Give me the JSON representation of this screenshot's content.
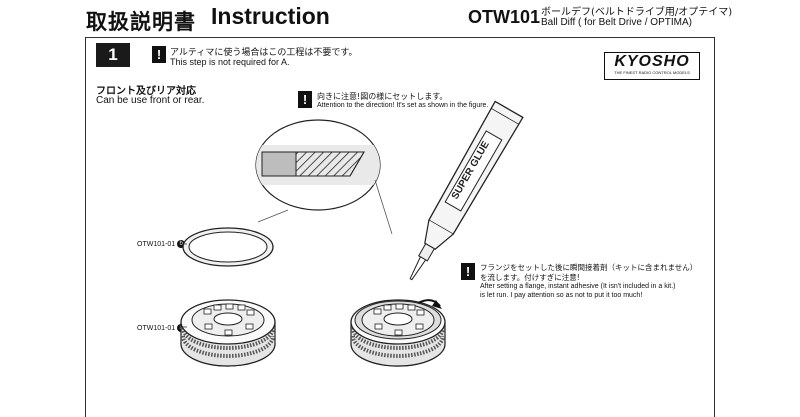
{
  "header": {
    "title_jp": "取扱説明書",
    "title_en": "Instruction",
    "part_code": "OTW101",
    "subtitle_jp": "ボールデフ(ベルトドライブ用/オプテイマ)",
    "subtitle_en": "Ball Diff ( for Belt Drive / OPTIMA)"
  },
  "step": {
    "number": "1",
    "warning_icon": "exclamation-icon",
    "warning_jp": "アルティマに使う場合はこの工程は不要です。",
    "warning_en": "This step is not required for A."
  },
  "logo": {
    "text": "KYOSHO",
    "tagline": "THE FINEST RADIO CONTROL MODELS"
  },
  "notes": {
    "front_rear_jp": "フロント及びリア対応",
    "front_rear_en": "Can be use front or rear.",
    "direction_jp": "向きに注意!図の様にセットします。",
    "direction_en": "Attention to the direction! It's set as shown in the figure.",
    "glue_jp_1": "フランジをセットした後に瞬間接着剤（キットに含まれません）",
    "glue_jp_2": "を流します。付けすぎに注意!",
    "glue_en_1": "After setting a flange, instant adhesive (It isn't included in a kit.)",
    "glue_en_2": "is let run. I pay attention so as not to put it too much!"
  },
  "parts": {
    "flange_code": "OTW101-01",
    "flange_variant": "b",
    "pulley_code": "OTW101-01",
    "pulley_variant": "a"
  },
  "bottle_label": "SUPER GLUE"
}
